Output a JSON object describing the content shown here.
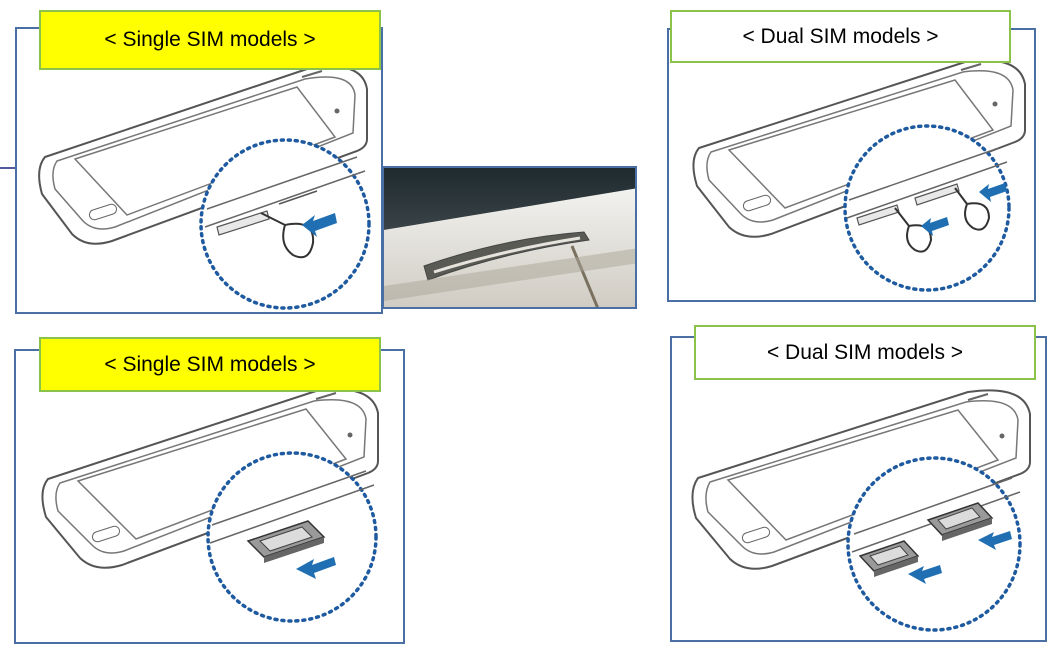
{
  "colors": {
    "label_yellow": "#ffff00",
    "label_white": "#ffffff",
    "label_border": "#8bc34a",
    "panel_border": "#4a6fa5",
    "arrow_blue": "#1f6fb2",
    "callout_dots": "#1e5aa0",
    "pointer_line": "#1a237e"
  },
  "panels": {
    "single_top": {
      "label": "< Single SIM models >",
      "step": "insert-pin"
    },
    "dual_top": {
      "label": "< Dual SIM models >",
      "step": "insert-pin"
    },
    "single_bottom": {
      "label": "< Single SIM models >",
      "step": "pull-tray"
    },
    "dual_bottom": {
      "label": "< Dual SIM models >",
      "step": "pull-tray"
    }
  },
  "photo": {
    "subject": "close-up of tray slot with ejection pin"
  }
}
